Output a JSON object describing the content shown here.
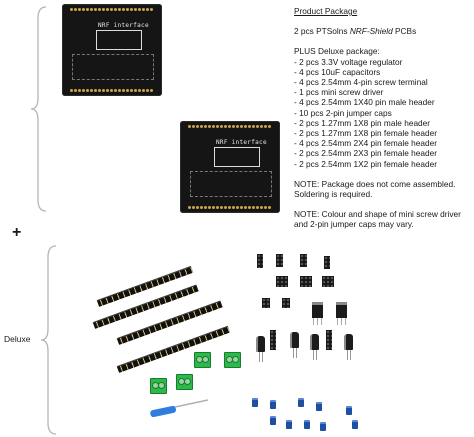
{
  "product_package": {
    "heading": "Product Package",
    "pcbs_qty": "2 pcs PTSolns ",
    "pcbs_name": "NRF-Shield",
    "pcbs_suffix": " PCBs",
    "plus_heading": "PLUS Deluxe package:",
    "items": [
      "- 2 pcs 3.3V voltage regulator",
      "- 4 pcs 10uF capacitors",
      "- 4 pcs 2.54mm 4-pin screw terminal",
      "- 1 pcs mini screw driver",
      "- 4 pcs 2.54mm 1X40 pin male header",
      "- 10 pcs 2-pin jumper caps",
      "- 2 pcs 1.27mm 1X8 pin male header",
      "- 2 pcs 1.27mm 1X8 pin female header",
      "- 4 pcs 2.54mm 2X4 pin female header",
      "- 2 pcs 2.54mm 2X3 pin female header",
      "- 2 pcs 2.54mm 1X2 pin female header"
    ],
    "note1_line1": "NOTE: Package does not come assembled.",
    "note1_line2": "Soldering is required.",
    "note2_line1": "NOTE: Colour and shape of mini screw driver",
    "note2_line2": "and 2-pin jumper caps may vary."
  },
  "plus_sign": "+",
  "deluxe_label": "Deluxe",
  "pcb_label": "NRF interface",
  "colors": {
    "pcb": "#151515",
    "screw_terminal": "#2db84a",
    "jumper_cap": "#1e4fa0",
    "screwdriver": "#2f7de0",
    "brace": "#b5b5b5"
  }
}
